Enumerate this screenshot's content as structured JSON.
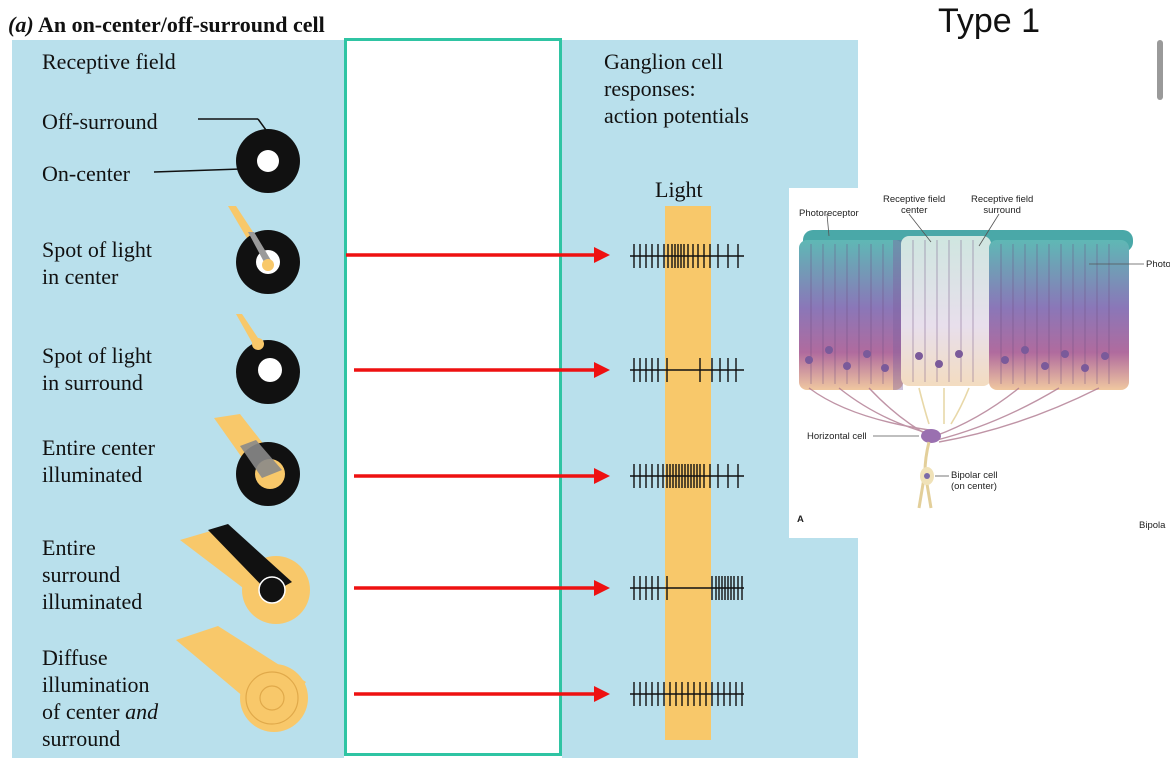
{
  "heading": {
    "letter": "(a)",
    "title": "An on-center/off-surround cell"
  },
  "type_label": "Type 1",
  "left_panel": {
    "column_title": "Receptive field",
    "off_surround_label": "Off-surround",
    "on_center_label": "On-center",
    "conditions": [
      {
        "lines": [
          "Spot of light",
          "in center"
        ]
      },
      {
        "lines": [
          "Spot of light",
          "in surround"
        ]
      },
      {
        "lines": [
          "Entire center",
          "illuminated"
        ]
      },
      {
        "lines": [
          "Entire",
          "surround",
          "illuminated"
        ]
      },
      {
        "lines_before": [
          "Diffuse",
          "illumination",
          "of center "
        ],
        "italic_word": "and",
        "line_after": "surround"
      }
    ]
  },
  "right_panel": {
    "title_lines": [
      "Ganglion cell",
      "responses:",
      "action potentials"
    ],
    "light_label": "Light"
  },
  "inset": {
    "photoreceptor_label": "Photoreceptor",
    "rf_center_label": [
      "Receptive field",
      "center"
    ],
    "rf_surround_label": [
      "Receptive field",
      "surround"
    ],
    "photor_cut_label": "Photor",
    "horizontal_cell_label": "Horizontal cell",
    "bipolar_label": [
      "Bipolar cell",
      "(on center)"
    ],
    "panel_letter": "A",
    "bipola_cut_label": "Bipola"
  },
  "colors": {
    "panel_blue": "#b9e0ec",
    "light_yellow": "#f8c86a",
    "box_border": "#2fc4a3",
    "arrow_red": "#ee1111"
  },
  "icons": [
    "receptive-field-icon",
    "light-beam-icon",
    "red-arrow-icon",
    "spike-train-icon"
  ]
}
